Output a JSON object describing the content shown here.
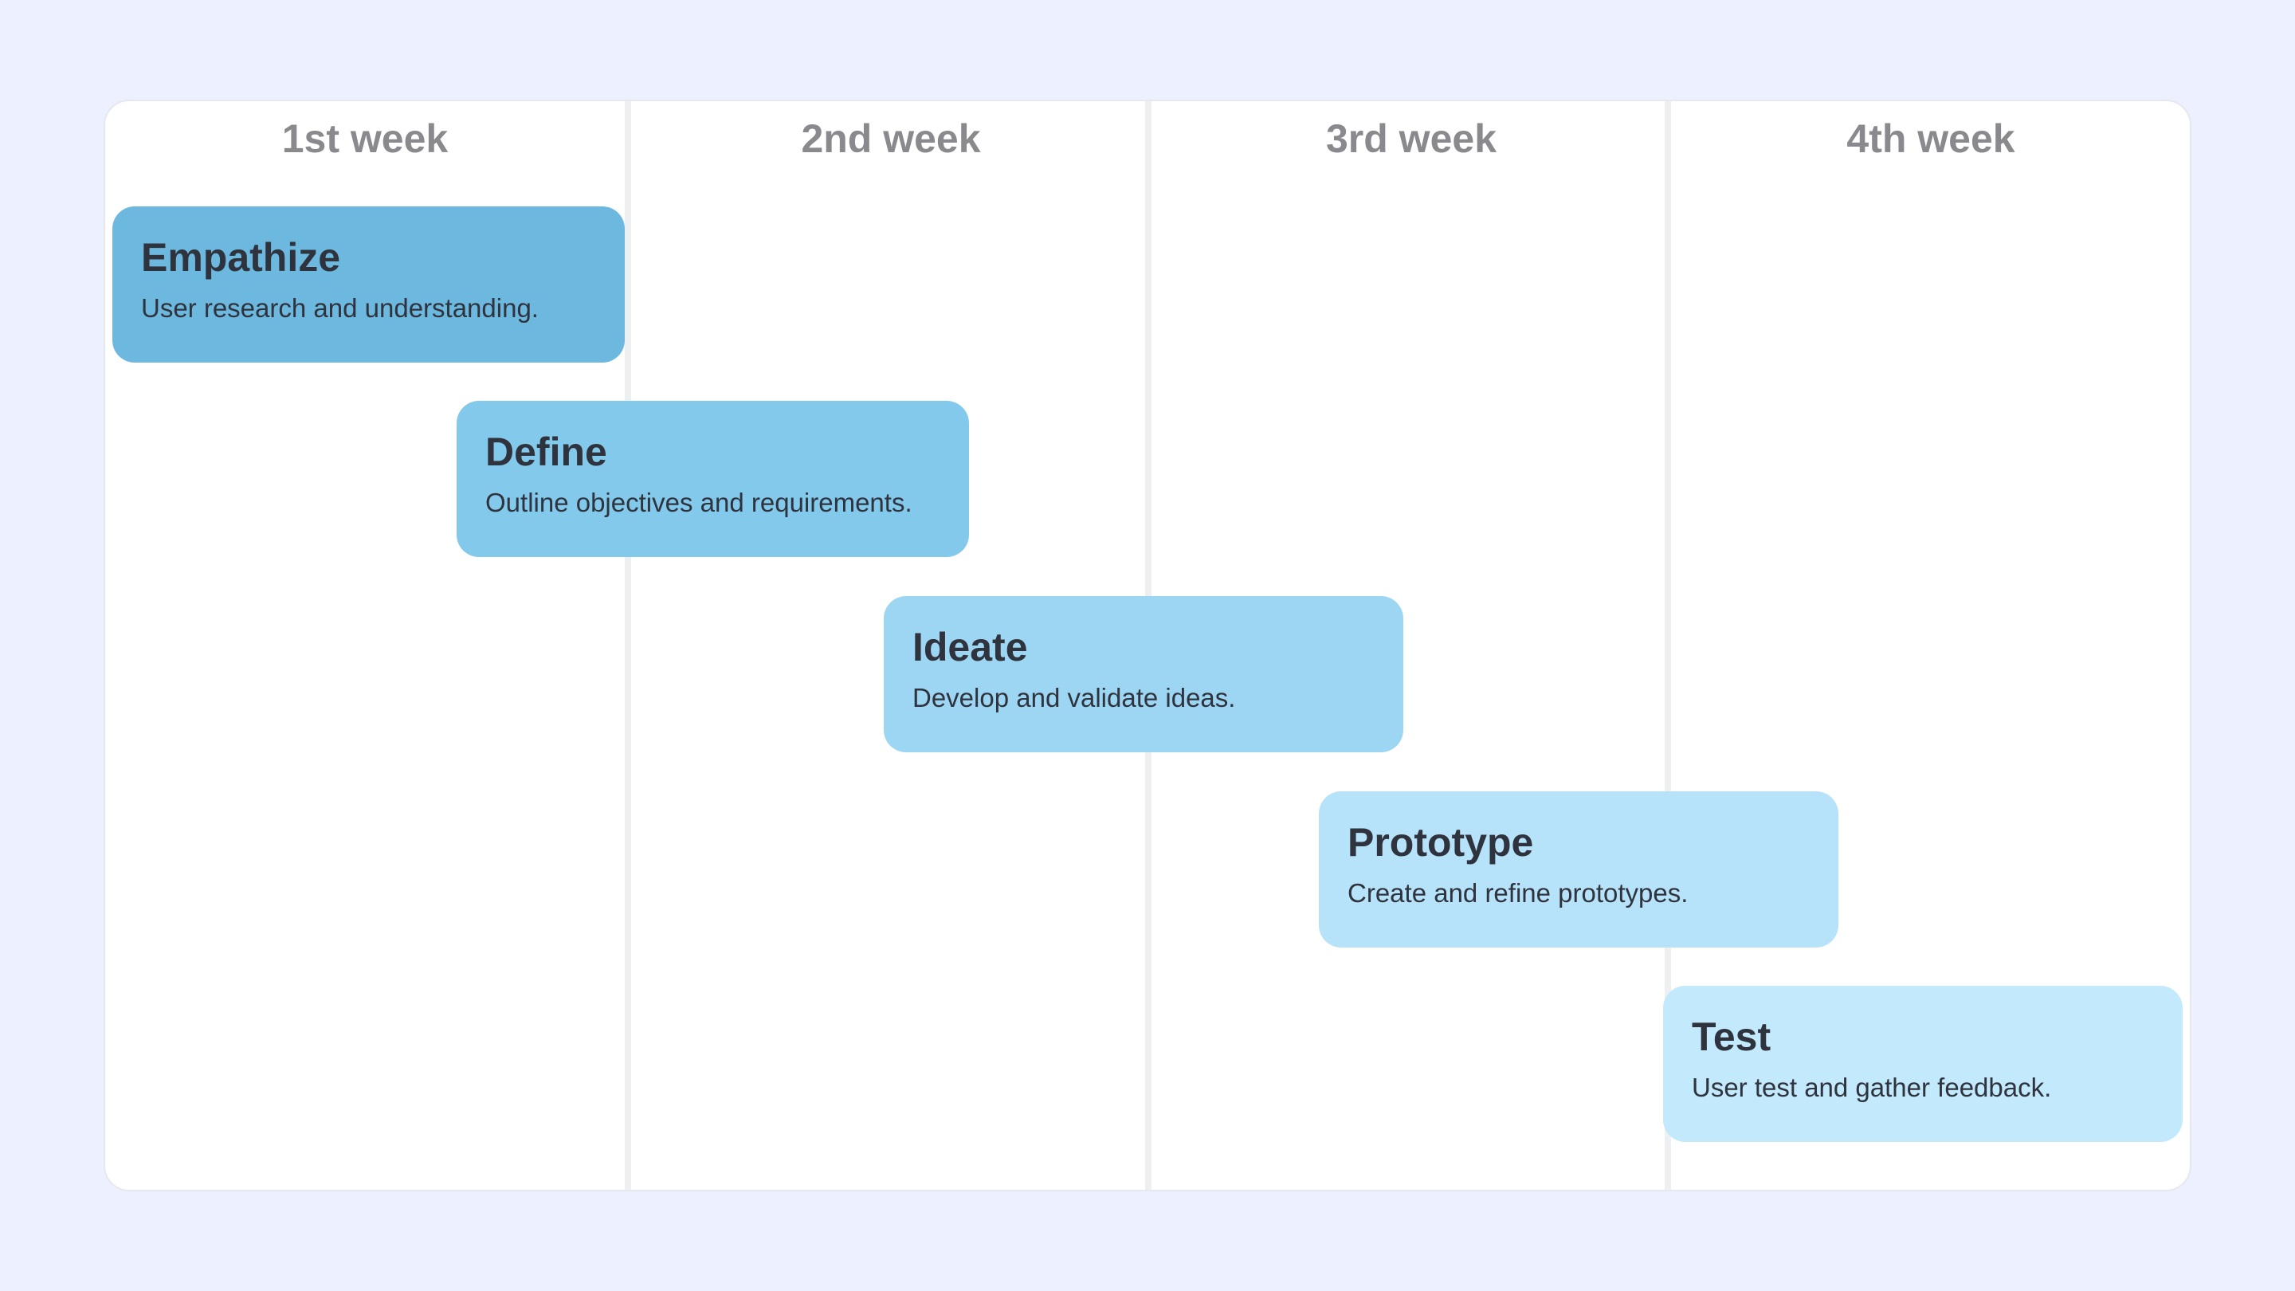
{
  "weeks": [
    "1st week",
    "2nd week",
    "3rd week",
    "4th week"
  ],
  "phases": [
    {
      "title": "Empathize",
      "description": "User research and understanding.",
      "color": "#6DB8DE"
    },
    {
      "title": "Define",
      "description": "Outline objectives and requirements.",
      "color": "#83C9EC"
    },
    {
      "title": "Ideate",
      "description": "Develop and validate ideas.",
      "color": "#9DD6F3"
    },
    {
      "title": "Prototype",
      "description": "Create and refine prototypes.",
      "color": "#B6E3FA"
    },
    {
      "title": "Test",
      "description": "User test and gather feedback.",
      "color": "#C2E9FC"
    }
  ]
}
